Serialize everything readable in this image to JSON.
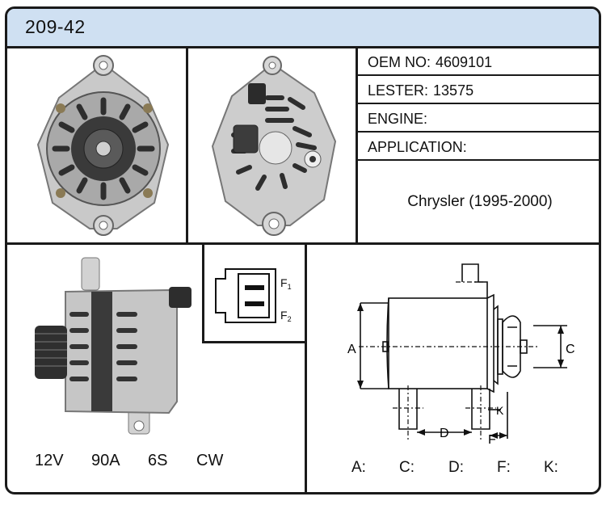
{
  "header": {
    "title": "209-42"
  },
  "specs": [
    {
      "label": "OEM NO:",
      "value": "4609101"
    },
    {
      "label": "LESTER:",
      "value": "13575"
    },
    {
      "label": "ENGINE:",
      "value": ""
    },
    {
      "label": "APPLICATION:",
      "value": ""
    }
  ],
  "application_text": "Chrysler (1995-2000)",
  "ratings": {
    "voltage": "12V",
    "amperage": "90A",
    "pulley": "6S",
    "rotation": "CW"
  },
  "plug": {
    "terminal1": "F",
    "terminal1_sub": "1",
    "terminal2": "F",
    "terminal2_sub": "2"
  },
  "diagram_labels": {
    "a": "A",
    "c": "C",
    "d": "D",
    "f": "F",
    "k": "K"
  },
  "dimension_fields": [
    "A:",
    "C:",
    "D:",
    "F:",
    "K:"
  ]
}
